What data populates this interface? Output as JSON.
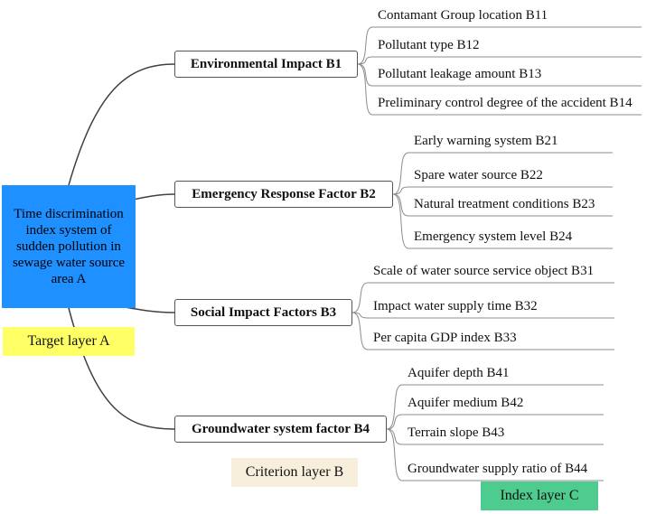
{
  "target": {
    "text": "Time discrimination index system of sudden pollution in sewage water source area A",
    "color": "#1e90ff"
  },
  "criteria": [
    {
      "label": "Environmental Impact B1",
      "indices": [
        "Contamant Group location B11",
        "Pollutant type B12",
        "Pollutant leakage amount B13",
        "Preliminary control degree of the accident B14"
      ]
    },
    {
      "label": "Emergency Response Factor B2",
      "indices": [
        "Early warning system B21",
        "Spare water source B22",
        "Natural treatment conditions B23",
        "Emergency system level B24"
      ]
    },
    {
      "label": "Social Impact Factors B3",
      "indices": [
        "Scale of water source service object B31",
        "Impact water supply time B32",
        "Per capita GDP index  B33"
      ]
    },
    {
      "label": "Groundwater system factor B4",
      "indices": [
        "Aquifer depth B41",
        "Aquifer medium B42",
        "Terrain slope B43",
        "Groundwater supply ratio of B44"
      ]
    }
  ],
  "layer_labels": {
    "target": {
      "text": "Target layer A",
      "color": "#ffff66"
    },
    "criterion": {
      "text": "Criterion layer B",
      "color": "#f7eedc"
    },
    "index": {
      "text": "Index layer C",
      "color": "#4ecb8f"
    }
  }
}
